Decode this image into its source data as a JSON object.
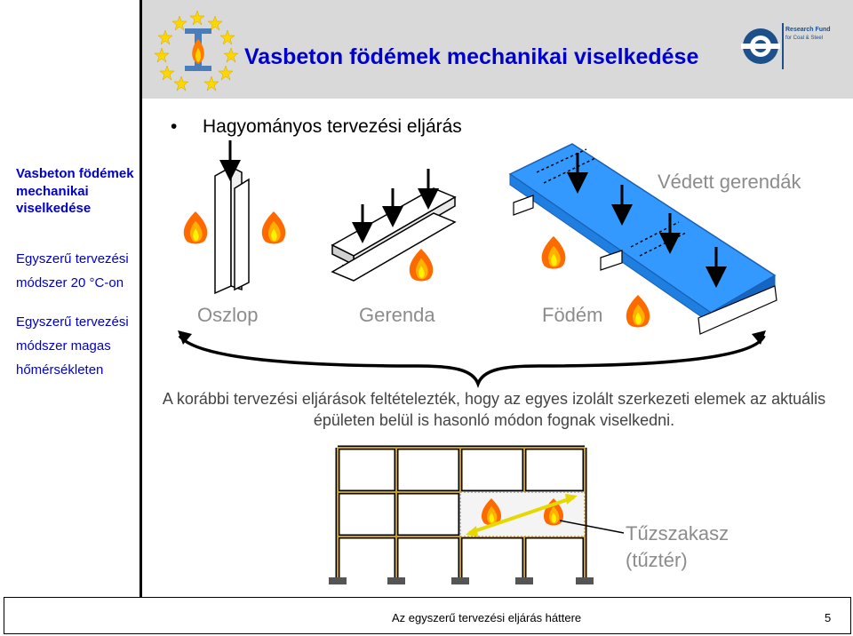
{
  "title": "Vasbeton födémek mechanikai viselkedése",
  "sidebar": {
    "items": [
      {
        "label": "Vasbeton födémek mechanikai viselkedése",
        "active": true
      },
      {
        "label": "Egyszerű tervezési módszer 20 °C-on",
        "active": false
      },
      {
        "label": "Egyszerű tervezési módszer magas hőmérsékleten",
        "active": false
      }
    ]
  },
  "bullet": "Hagyományos tervezési eljárás",
  "diagram": {
    "protected_beams": "Védett gerendák",
    "column": "Oszlop",
    "beam": "Gerenda",
    "slab": "Födém"
  },
  "description": "A korábbi tervezési eljárások feltételezték, hogy az egyes izolált szerkezeti elemek az aktuális épületen belül is hasonló módon fognak viselkedni.",
  "fire_compartment": {
    "line1": "Tűzszakasz",
    "line2": "(tűztér)"
  },
  "brand": {
    "line1": "Research Fund",
    "line2": "for Coal & Steel"
  },
  "footer": {
    "text": "Az egyszerű tervezési eljárás háttere",
    "page": "5"
  },
  "colors": {
    "title": "#0000cc",
    "slab": "#3399ff",
    "header_bg": "#d9d9d9",
    "label_gray": "#8c8c8c",
    "flame": "#ff6600"
  }
}
